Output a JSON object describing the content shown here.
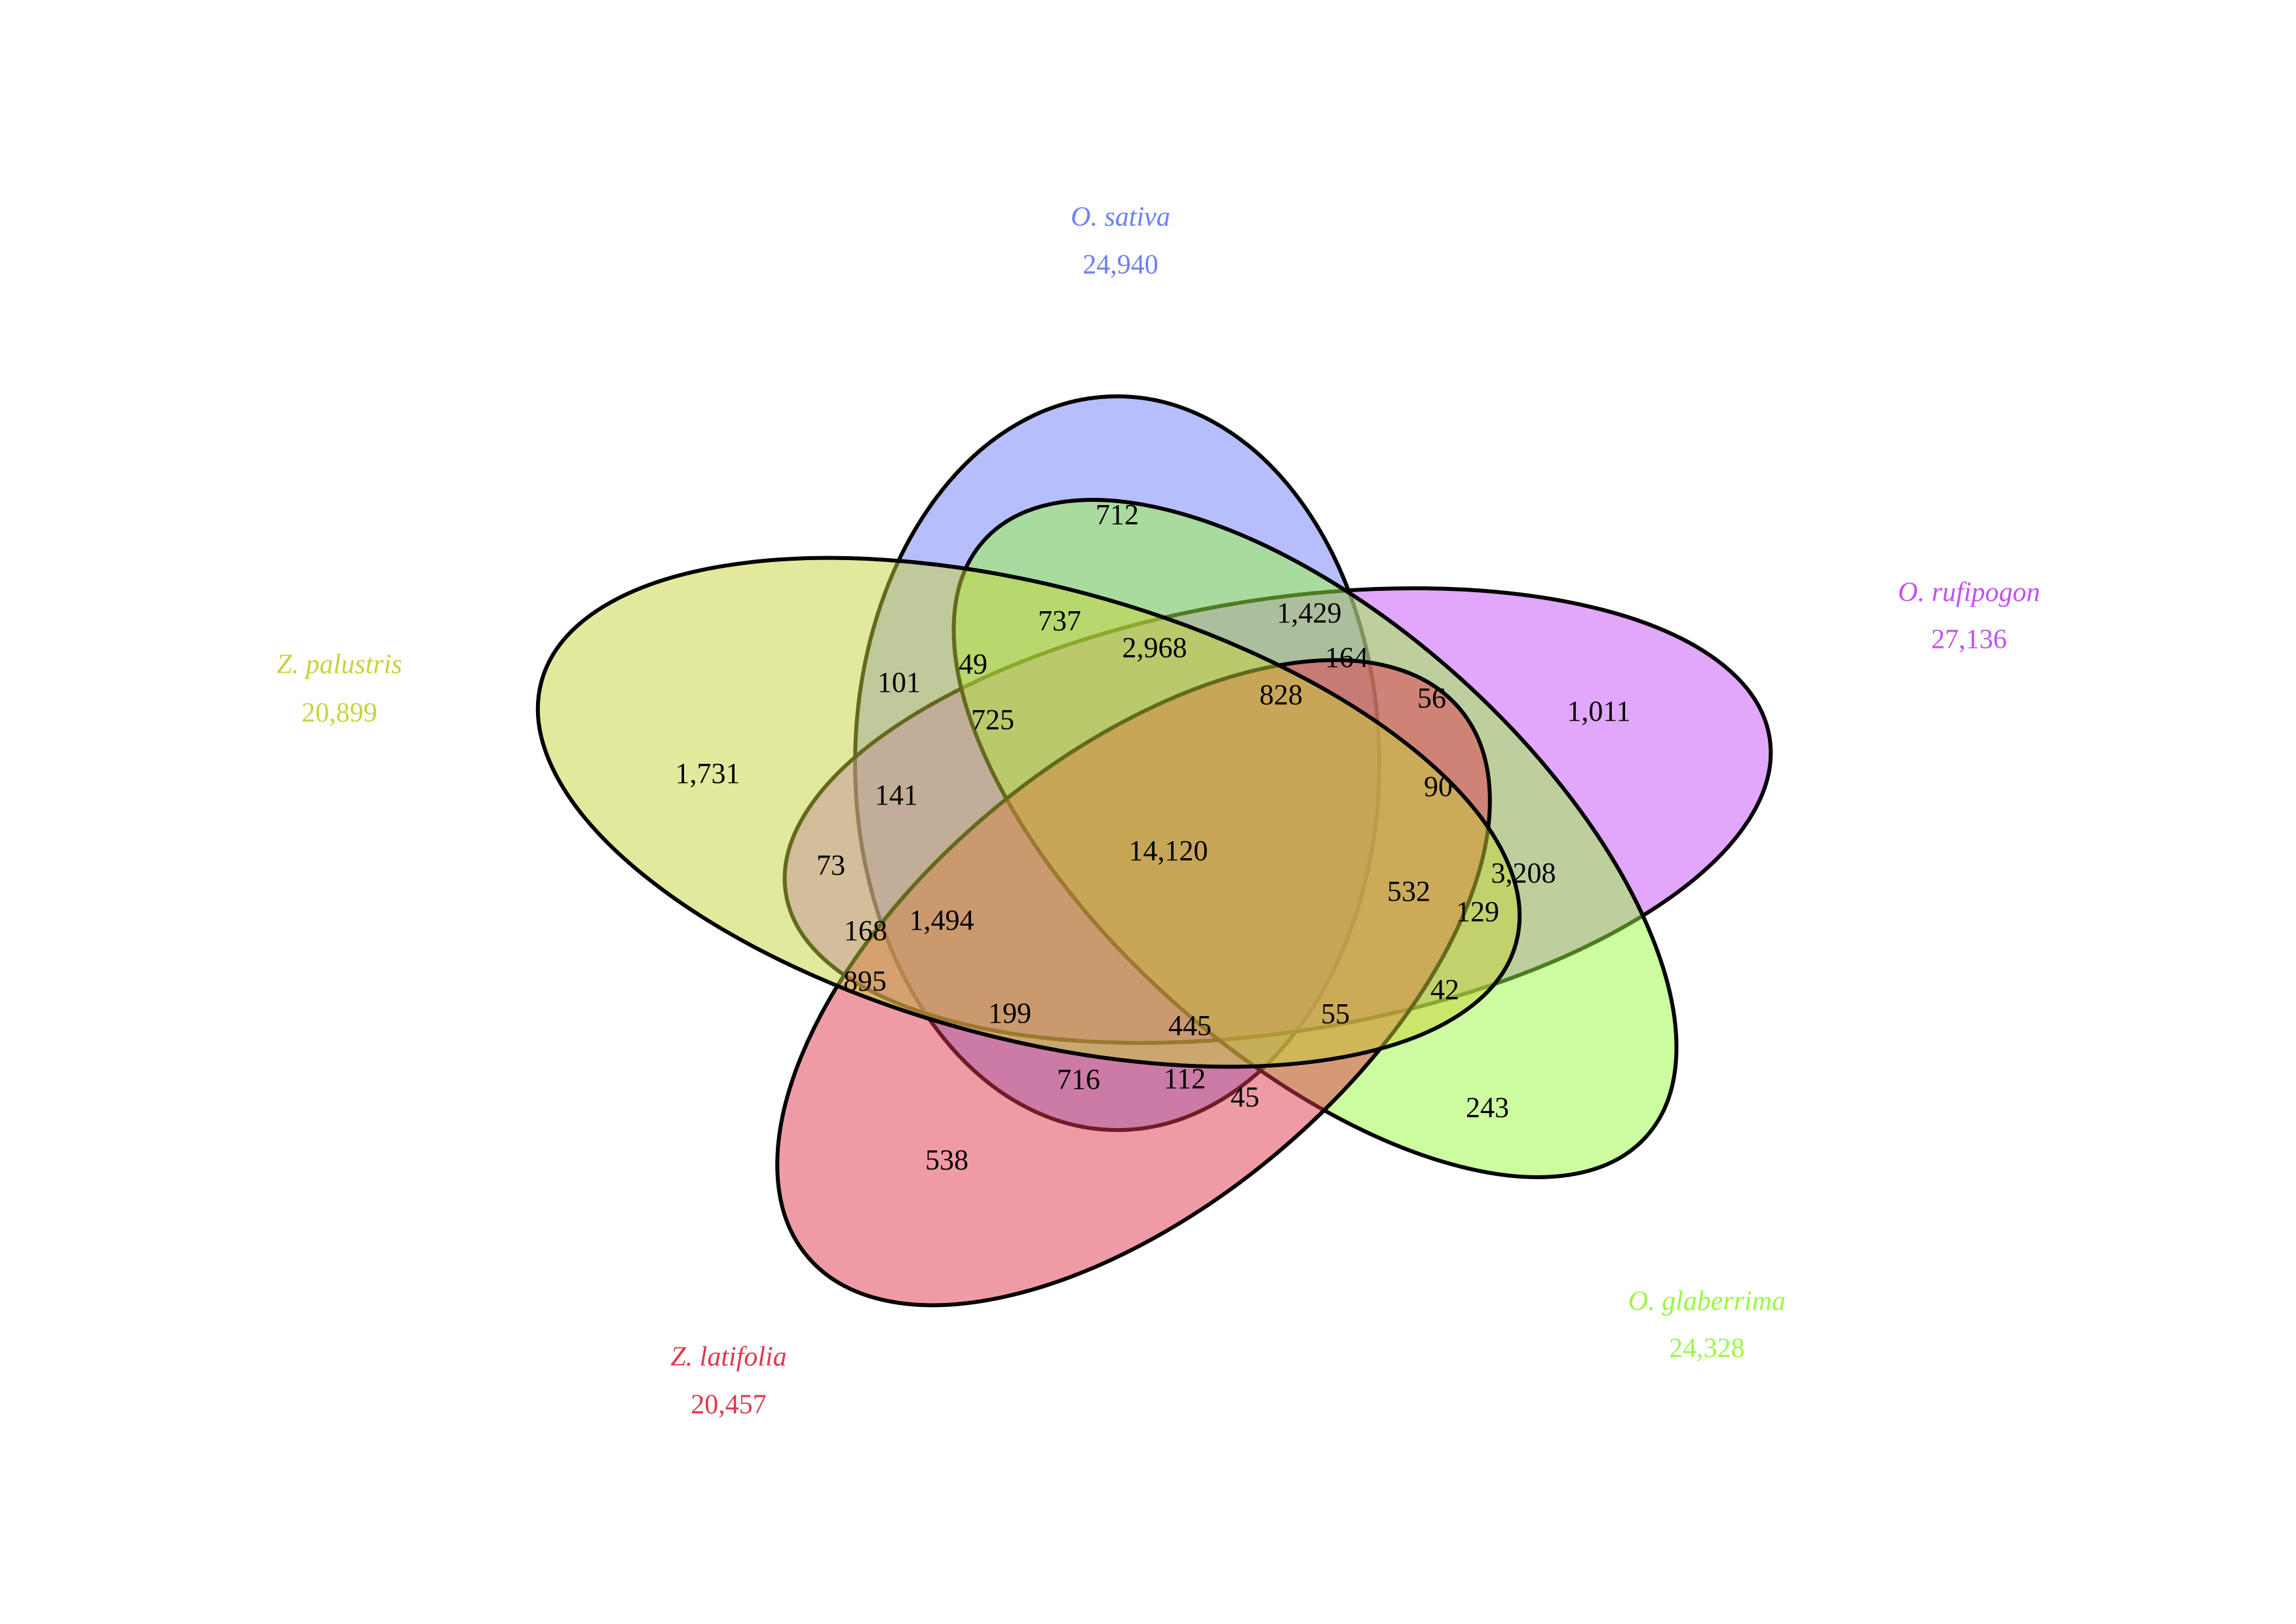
{
  "sets": [
    {
      "id": "sativa",
      "name": "O. sativa",
      "total": "24,940",
      "color": "#6d7ffa"
    },
    {
      "id": "rufipogon",
      "name": "O. rufipogon",
      "total": "27,136",
      "color": "#c44ff5"
    },
    {
      "id": "glaberrima",
      "name": "O. glaberrima",
      "total": "24,328",
      "color": "#9bf742"
    },
    {
      "id": "latifolia",
      "name": "Z. latifolia",
      "total": "20,457",
      "color": "#e0384e"
    },
    {
      "id": "palustris",
      "name": "Z. palustris",
      "total": "20,899",
      "color": "#c7d43a"
    }
  ],
  "regions": [
    {
      "id": "sativa-only",
      "value": "712"
    },
    {
      "id": "rufipogon-only",
      "value": "1,011"
    },
    {
      "id": "glaberrima-only",
      "value": "243"
    },
    {
      "id": "latifolia-only",
      "value": "538"
    },
    {
      "id": "palustris-only",
      "value": "1,731"
    },
    {
      "id": "r-737",
      "value": "737"
    },
    {
      "id": "r-1429",
      "value": "1,429"
    },
    {
      "id": "r-2968",
      "value": "2,968"
    },
    {
      "id": "r-164",
      "value": "164"
    },
    {
      "id": "r-101",
      "value": "101"
    },
    {
      "id": "r-49",
      "value": "49"
    },
    {
      "id": "r-828",
      "value": "828"
    },
    {
      "id": "r-56",
      "value": "56"
    },
    {
      "id": "r-725",
      "value": "725"
    },
    {
      "id": "r-90",
      "value": "90"
    },
    {
      "id": "r-141",
      "value": "141"
    },
    {
      "id": "r-14120",
      "value": "14,120"
    },
    {
      "id": "r-73",
      "value": "73"
    },
    {
      "id": "r-3208",
      "value": "3,208"
    },
    {
      "id": "r-532",
      "value": "532"
    },
    {
      "id": "r-129",
      "value": "129"
    },
    {
      "id": "r-1494",
      "value": "1,494"
    },
    {
      "id": "r-168",
      "value": "168"
    },
    {
      "id": "r-895",
      "value": "895"
    },
    {
      "id": "r-42",
      "value": "42"
    },
    {
      "id": "r-199",
      "value": "199"
    },
    {
      "id": "r-445",
      "value": "445"
    },
    {
      "id": "r-55",
      "value": "55"
    },
    {
      "id": "r-716",
      "value": "716"
    },
    {
      "id": "r-112",
      "value": "112"
    },
    {
      "id": "r-45",
      "value": "45"
    }
  ]
}
